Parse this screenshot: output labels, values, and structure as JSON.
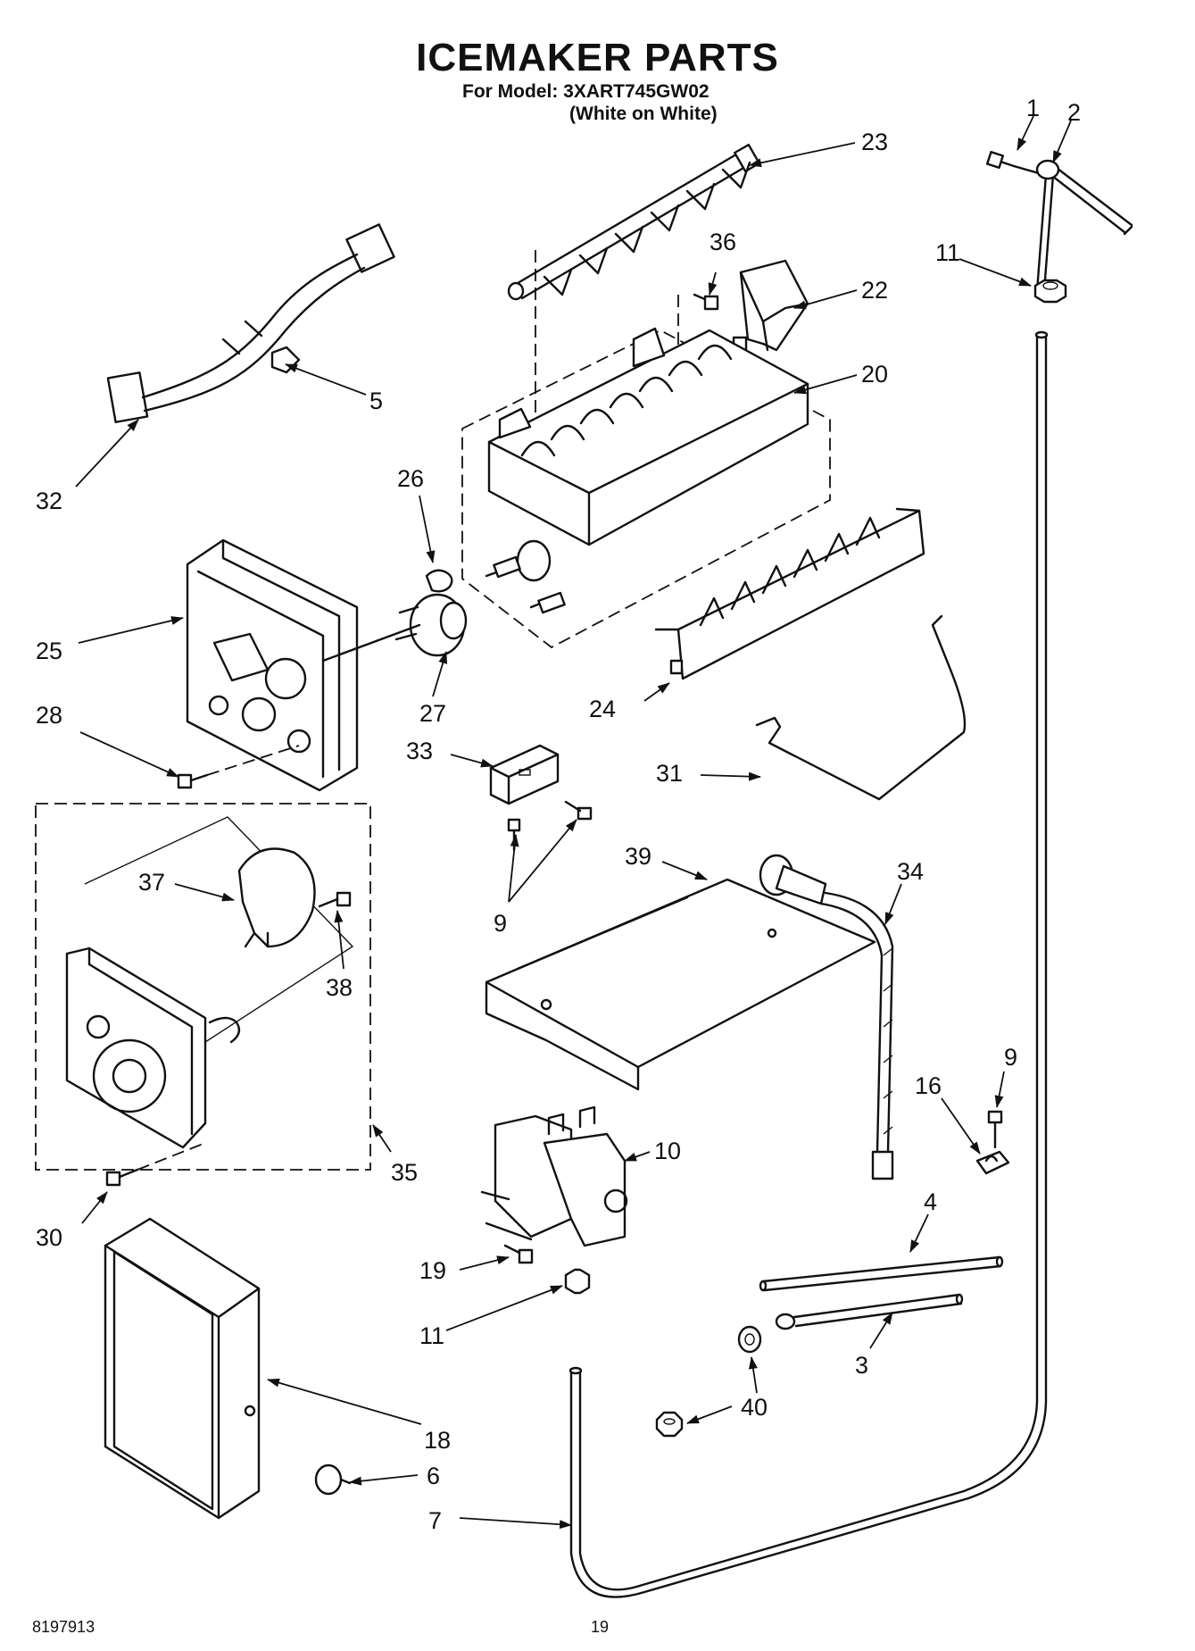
{
  "header": {
    "title": "ICEMAKER PARTS",
    "model_line": "For Model: 3XART745GW02",
    "color_line": "(White on White)"
  },
  "footer": {
    "doc_number": "8197913",
    "page_number": "19"
  },
  "callouts": {
    "c1": "1",
    "c2": "2",
    "c23": "23",
    "c36": "36",
    "c22": "22",
    "c11a": "11",
    "c20": "20",
    "c5": "5",
    "c32": "32",
    "c26": "26",
    "c25": "25",
    "c27": "27",
    "c24": "24",
    "c28": "28",
    "c33": "33",
    "c31": "31",
    "c37": "37",
    "c39": "39",
    "c34": "34",
    "c9a": "9",
    "c38": "38",
    "c9b": "9",
    "c16": "16",
    "c10": "10",
    "c35": "35",
    "c4": "4",
    "c30": "30",
    "c19": "19",
    "c11b": "11",
    "c3": "3",
    "c40": "40",
    "c18": "18",
    "c6": "6",
    "c7": "7"
  }
}
